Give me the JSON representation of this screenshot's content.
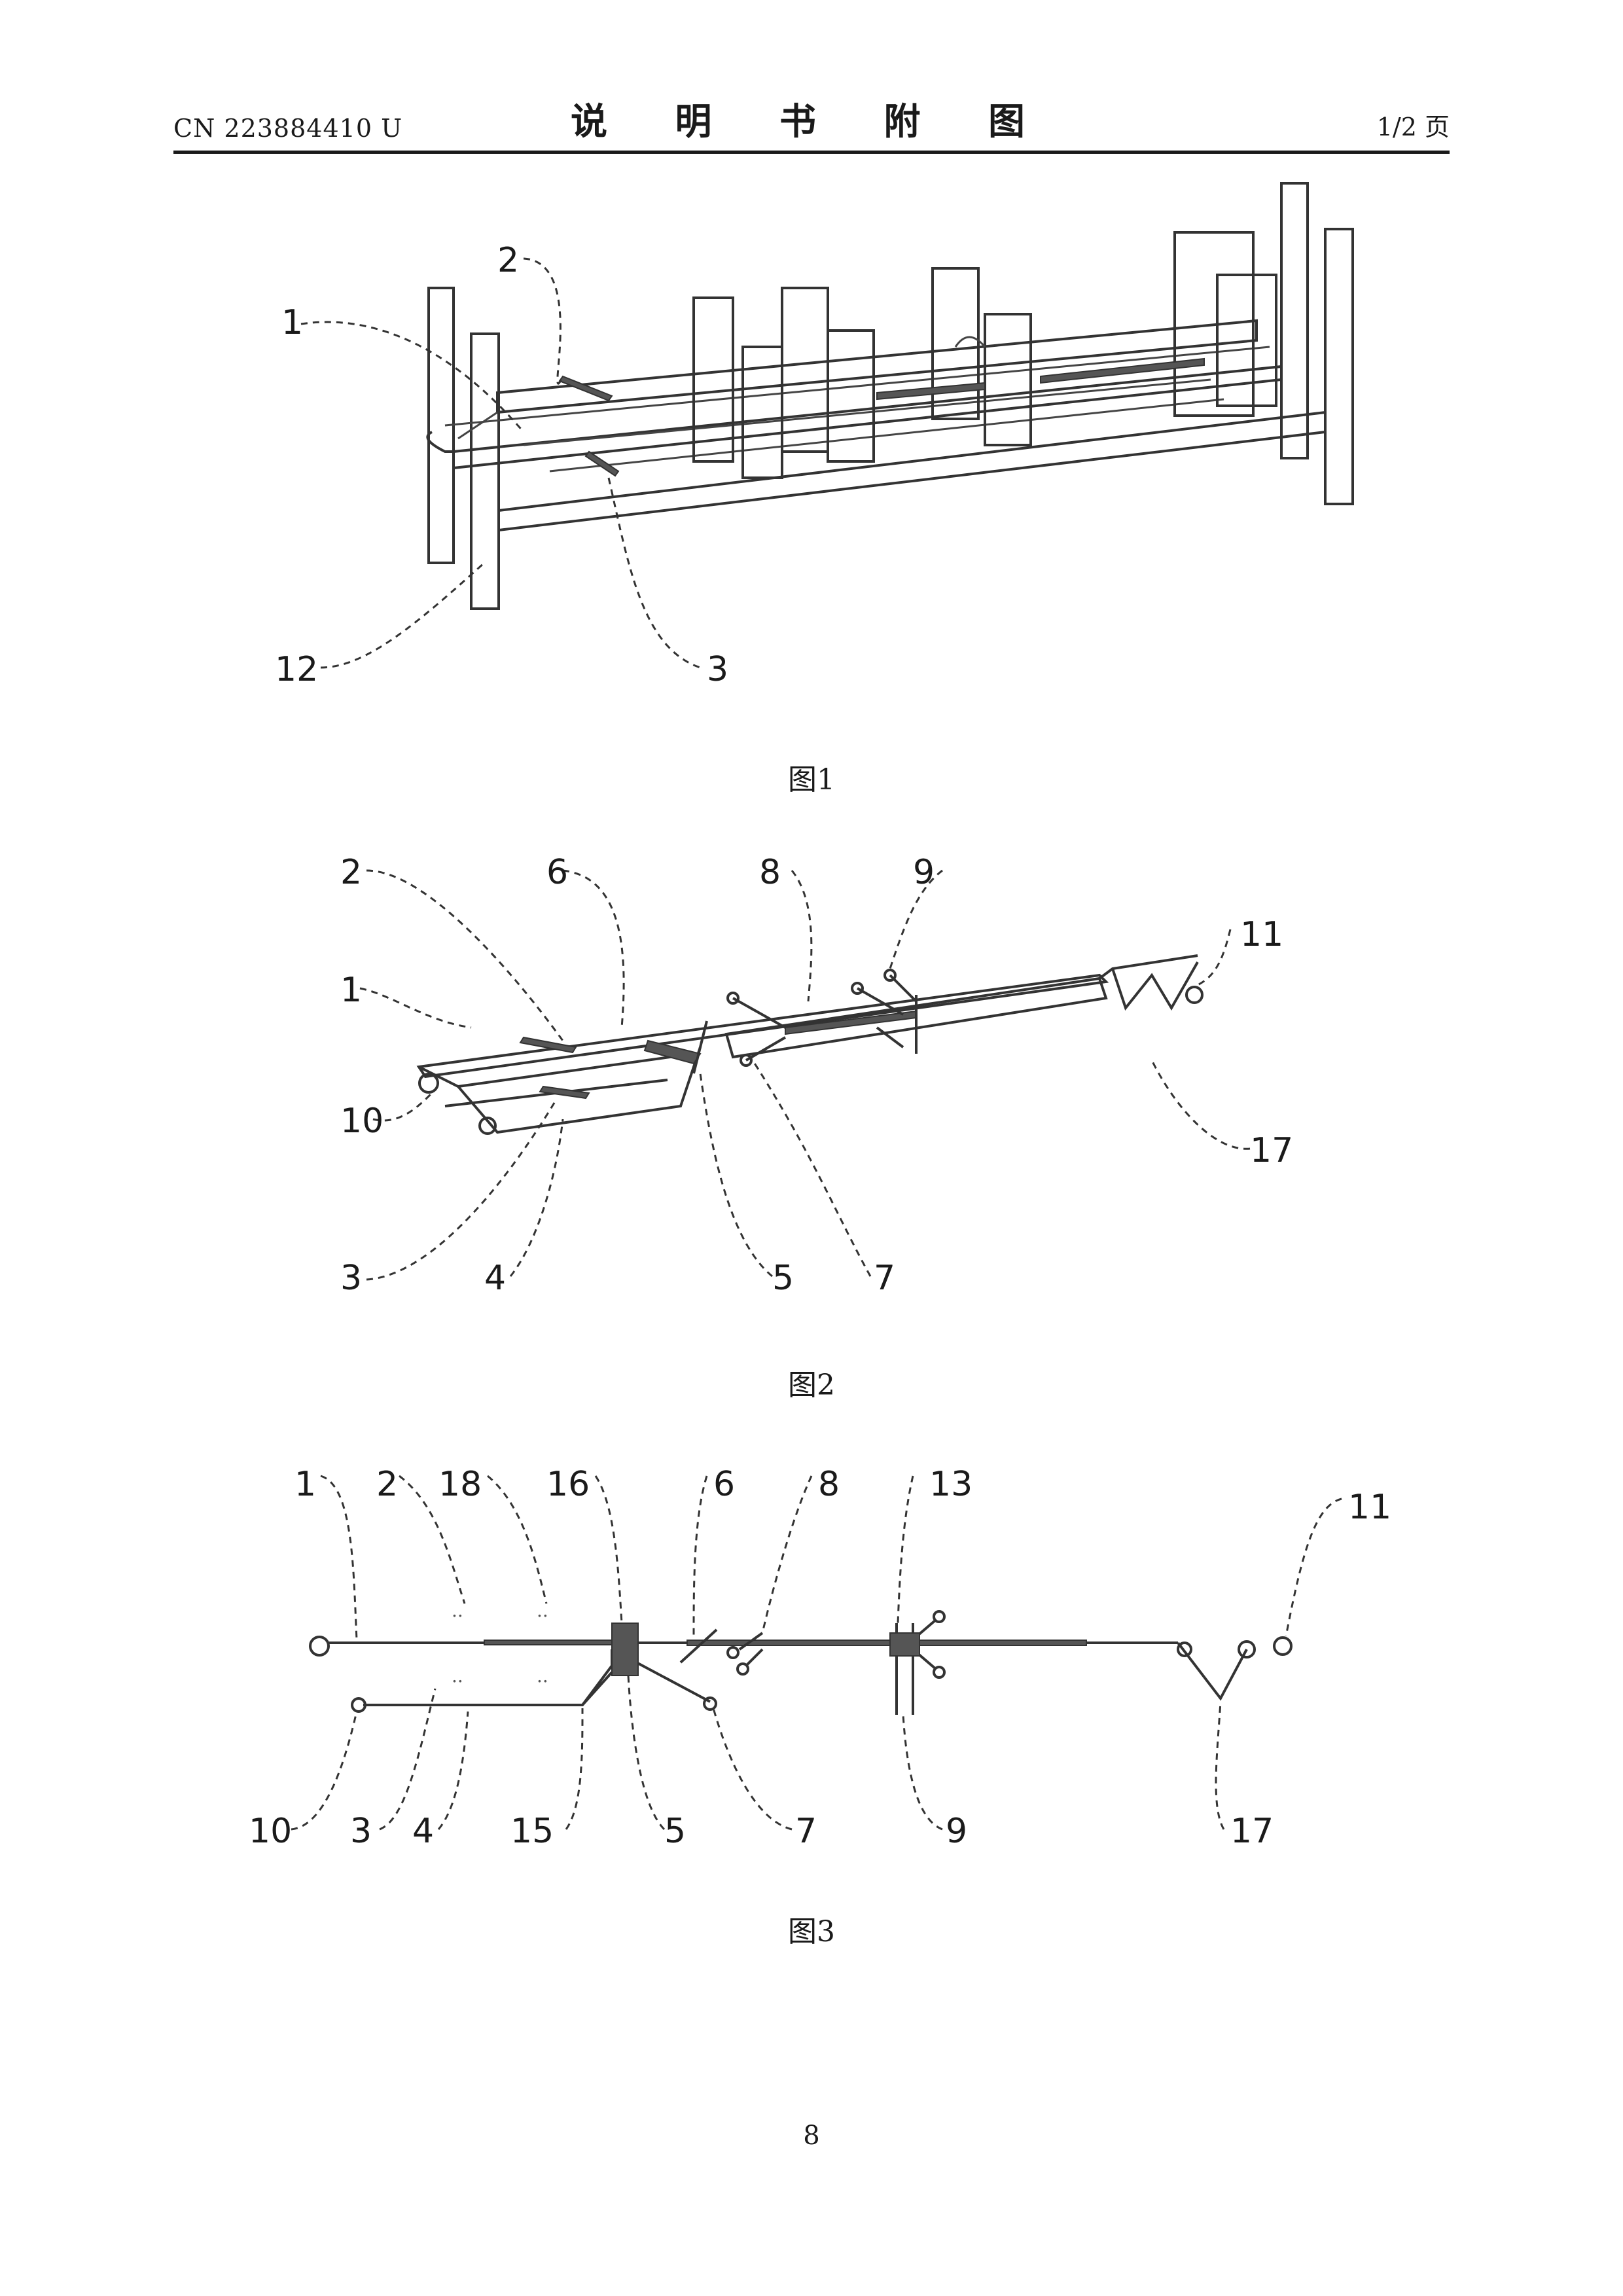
{
  "header": {
    "doc_number": "CN 223884410 U",
    "title": "说 明 书 附 图",
    "page_of": "1/2 页"
  },
  "figures": [
    {
      "caption": "图1",
      "labels": [
        "1",
        "2",
        "3",
        "12"
      ]
    },
    {
      "caption": "图2",
      "labels": [
        "2",
        "6",
        "8",
        "9",
        "1",
        "11",
        "10",
        "17",
        "3",
        "4",
        "5",
        "7"
      ]
    },
    {
      "caption": "图3",
      "labels": [
        "1",
        "2",
        "18",
        "16",
        "6",
        "8",
        "13",
        "11",
        "10",
        "3",
        "4",
        "15",
        "5",
        "7",
        "9",
        "17"
      ]
    }
  ],
  "page_number": "8"
}
